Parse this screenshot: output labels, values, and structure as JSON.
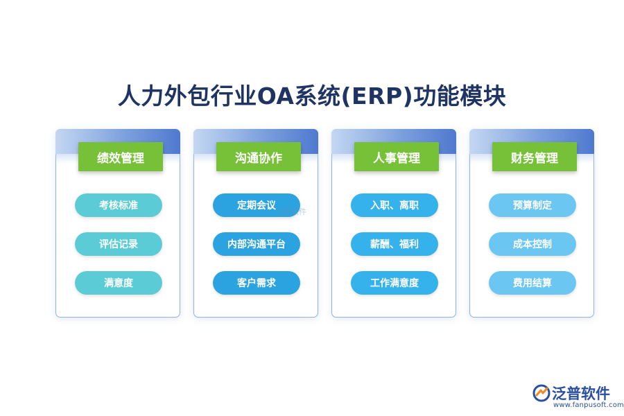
{
  "title": "人力外包行业OA系统(ERP)功能模块",
  "colors": {
    "header_bg": "#77c138",
    "pill_cyan": "#5bcbd6",
    "pill_blue": "#2aa3e0",
    "pill_mid": "#35b1ec",
    "pill_light": "#6bc6f2",
    "title": "#1f3463",
    "logo": "#2a4fa0"
  },
  "modules": [
    {
      "header": "绩效管理",
      "items": [
        "考核标准",
        "评估记录",
        "满意度"
      ]
    },
    {
      "header": "沟通协作",
      "items": [
        "定期会议",
        "内部沟通平台",
        "客户需求"
      ]
    },
    {
      "header": "人事管理",
      "items": [
        "入职、离职",
        "薪酬、福利",
        "工作满意度"
      ]
    },
    {
      "header": "财务管理",
      "items": [
        "预算制定",
        "成本控制",
        "费用结算"
      ]
    }
  ],
  "watermark": "泛普软件",
  "logo": {
    "name": "泛普软件",
    "url": "www.fanpusoft.com",
    "icon": "fanpu-logo-icon"
  }
}
